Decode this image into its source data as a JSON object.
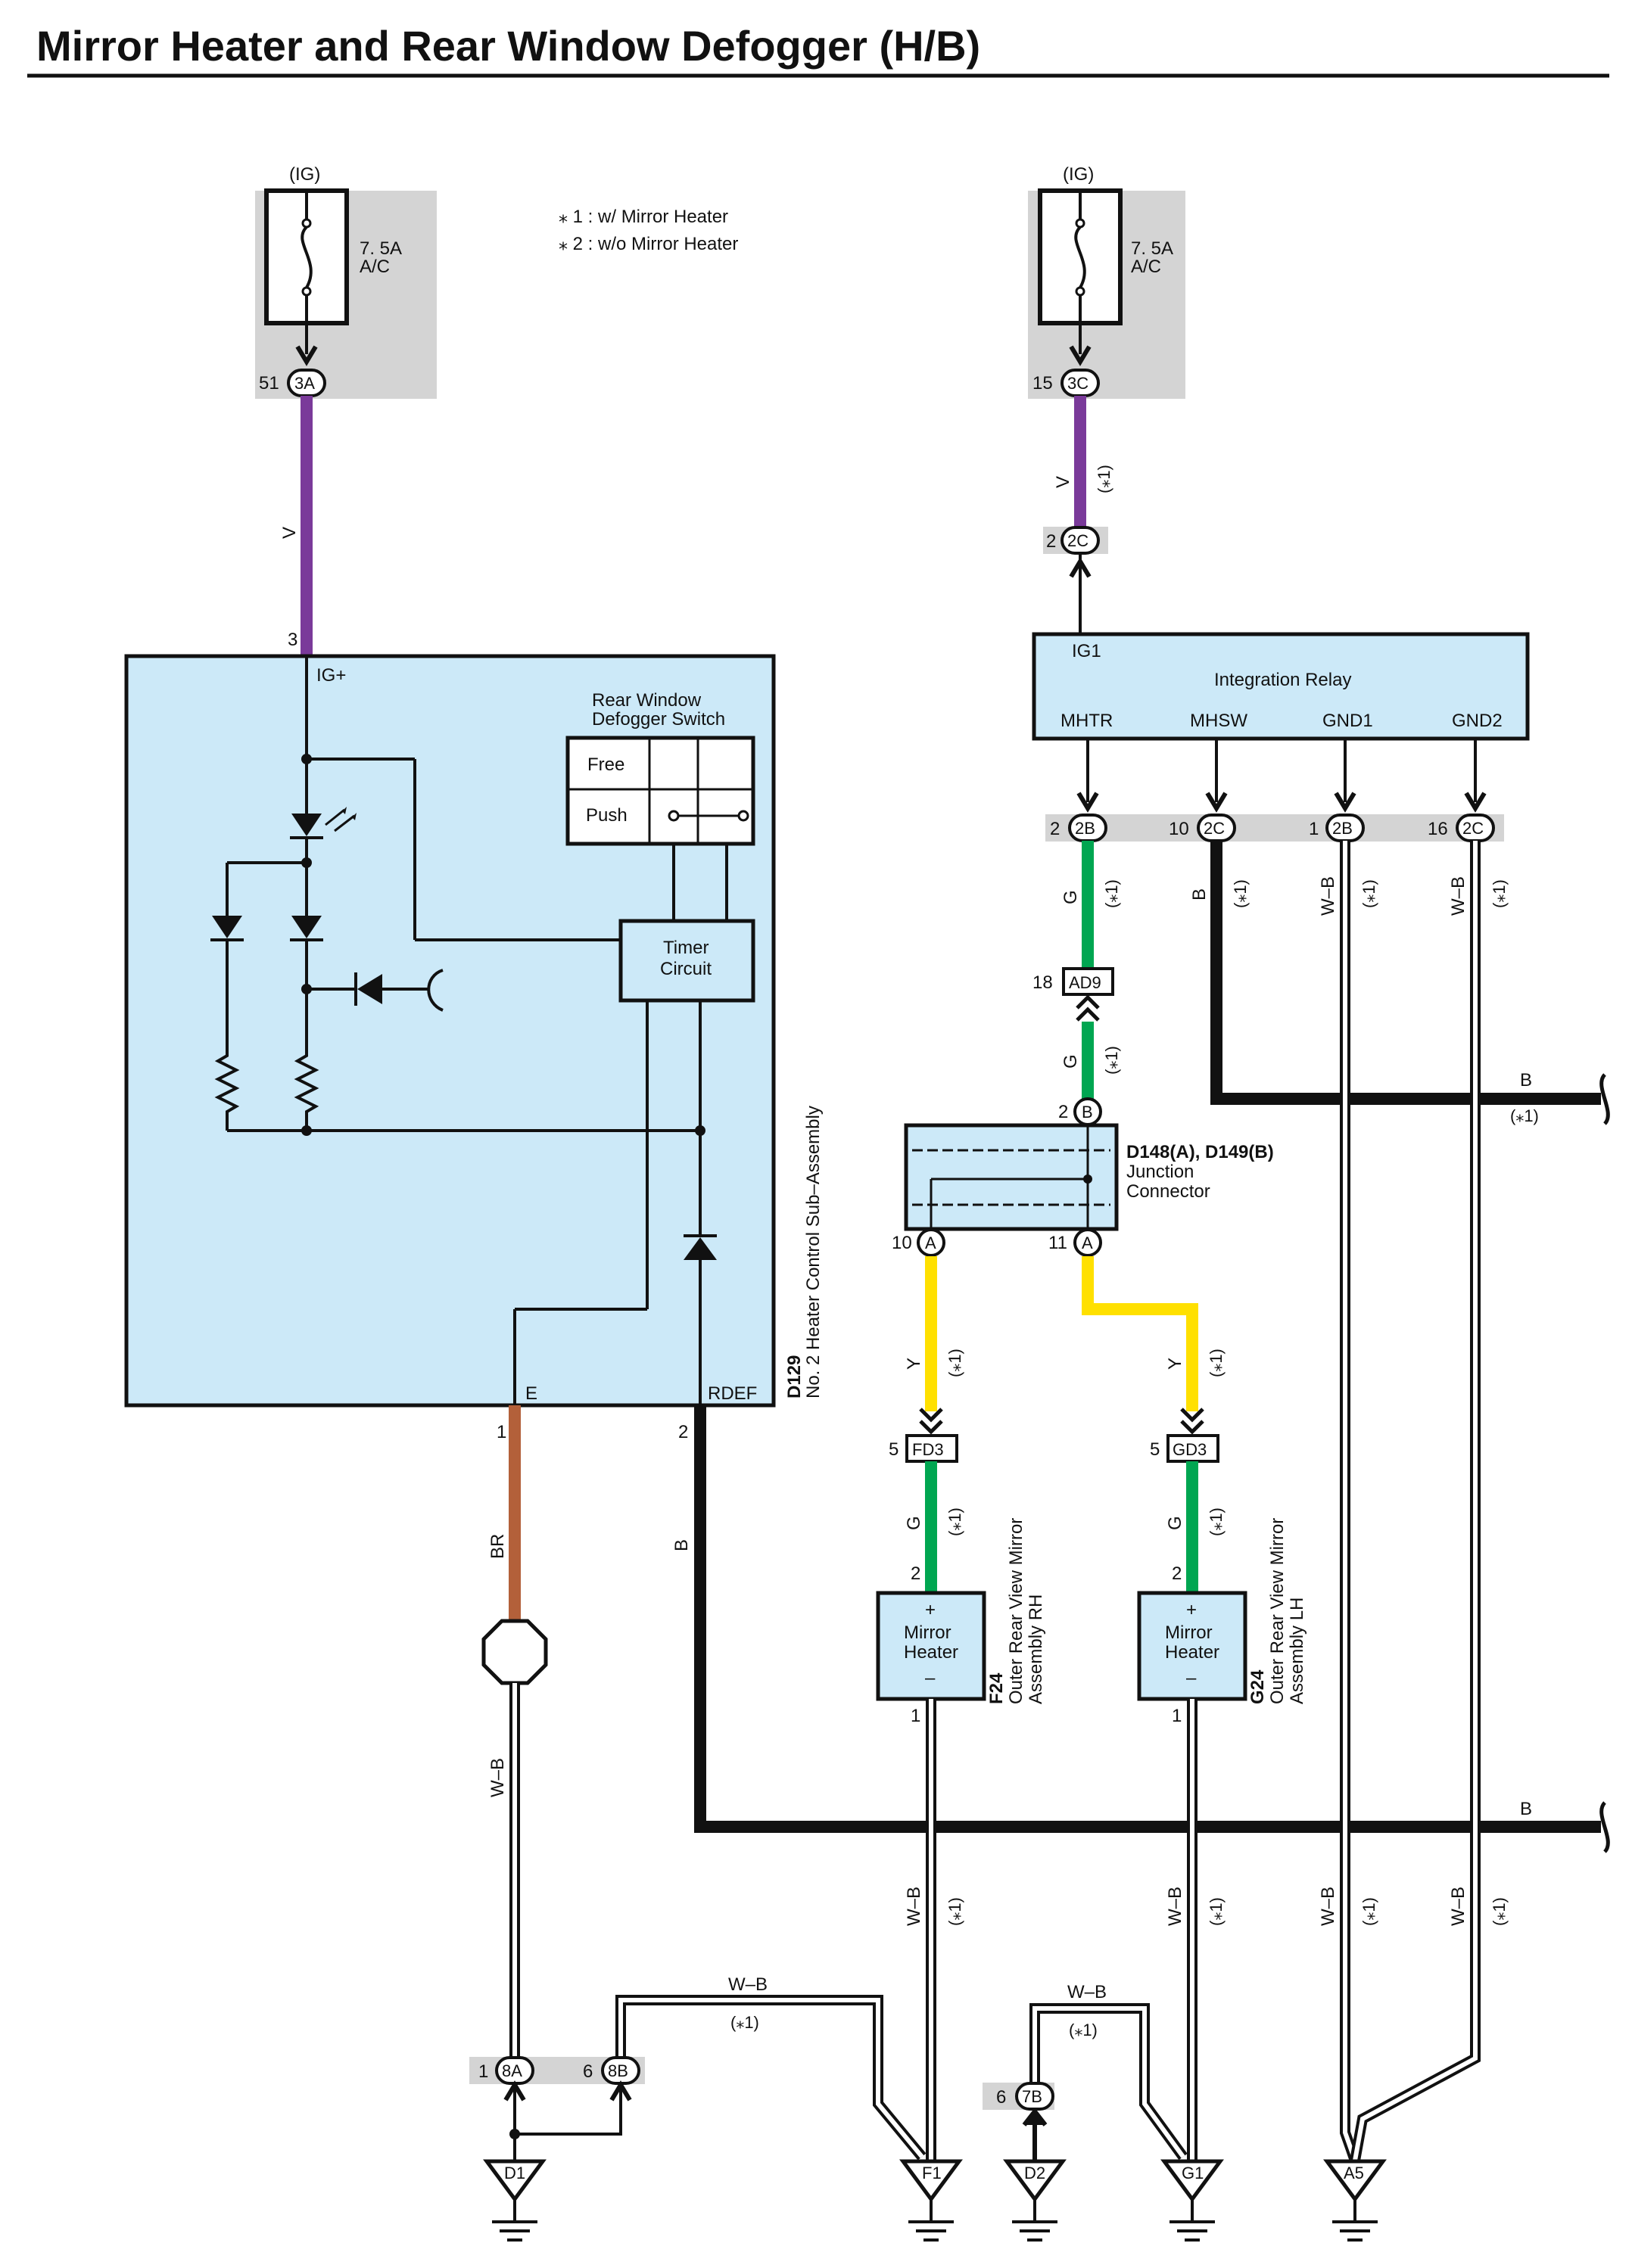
{
  "title": "Mirror Heater and Rear Window Defogger (H/B)",
  "notes": [
    "⁎ 1 : w/ Mirror Heater",
    "⁎ 2 : w/o Mirror Heater"
  ],
  "colors": {
    "violet": "#7a3a9a",
    "green": "#00a651",
    "black": "#111111",
    "brown": "#b3603a",
    "yellow": "#ffe000",
    "component_fill": "#cce9f8",
    "fuse_bg": "#d4d4d4"
  },
  "fuses": [
    {
      "source": "(IG)",
      "rating": "7. 5A",
      "name": "A/C",
      "pin": "51",
      "connector": "3A"
    },
    {
      "source": "(IG)",
      "rating": "7. 5A",
      "name": "A/C",
      "pin": "15",
      "connector": "3C"
    }
  ],
  "heater_control": {
    "id": "D129",
    "name": "No. 2 Heater Control Sub–Assembly",
    "pin_ig": "IG+",
    "pin_ig_num": "3",
    "pin_e": "E",
    "pin_e_num": "1",
    "pin_rdef": "RDEF",
    "pin_rdef_num": "2",
    "switch_title_1": "Rear Window",
    "switch_title_2": "Defogger Switch",
    "switch_free": "Free",
    "switch_push": "Push",
    "timer_1": "Timer",
    "timer_2": "Circuit"
  },
  "relay": {
    "name": "Integration Relay",
    "ig1": "IG1",
    "pins": [
      "MHTR",
      "MHSW",
      "GND1",
      "GND2"
    ],
    "in_pin": "2",
    "in_connector": "2C",
    "out": [
      {
        "pin": "2",
        "connector": "2B"
      },
      {
        "pin": "10",
        "connector": "2C"
      },
      {
        "pin": "1",
        "connector": "2B"
      },
      {
        "pin": "16",
        "connector": "2C"
      }
    ]
  },
  "junction": {
    "id": "D148(A), D149(B)",
    "name_1": "Junction",
    "name_2": "Connector",
    "pin_b": "2",
    "letter_b": "B",
    "pin_a1": "10",
    "pin_a2": "11",
    "letter_a": "A"
  },
  "inline_connector": {
    "pin": "18",
    "name": "AD9"
  },
  "mirrors": [
    {
      "id": "F24",
      "name_1": "Outer Rear View Mirror",
      "name_2": "Assembly RH",
      "label_1": "Mirror",
      "label_2": "Heater",
      "plus": "+",
      "minus": "–",
      "conn_pin": "5",
      "conn": "FD3",
      "pin_top": "2",
      "pin_bottom": "1"
    },
    {
      "id": "G24",
      "name_1": "Outer Rear View Mirror",
      "name_2": "Assembly LH",
      "label_1": "Mirror",
      "label_2": "Heater",
      "plus": "+",
      "minus": "–",
      "conn_pin": "5",
      "conn": "GD3",
      "pin_top": "2",
      "pin_bottom": "1"
    }
  ],
  "ground_connectors": [
    {
      "pin": "1",
      "connector": "8A"
    },
    {
      "pin": "6",
      "connector": "8B"
    },
    {
      "pin": "6",
      "connector": "7B"
    }
  ],
  "grounds": [
    "D1",
    "F1",
    "D2",
    "G1",
    "A5"
  ],
  "wires": {
    "V": "V",
    "G": "G",
    "B": "B",
    "Y": "Y",
    "BR": "BR",
    "WB": "W–B",
    "note1": "(⁎1)"
  }
}
